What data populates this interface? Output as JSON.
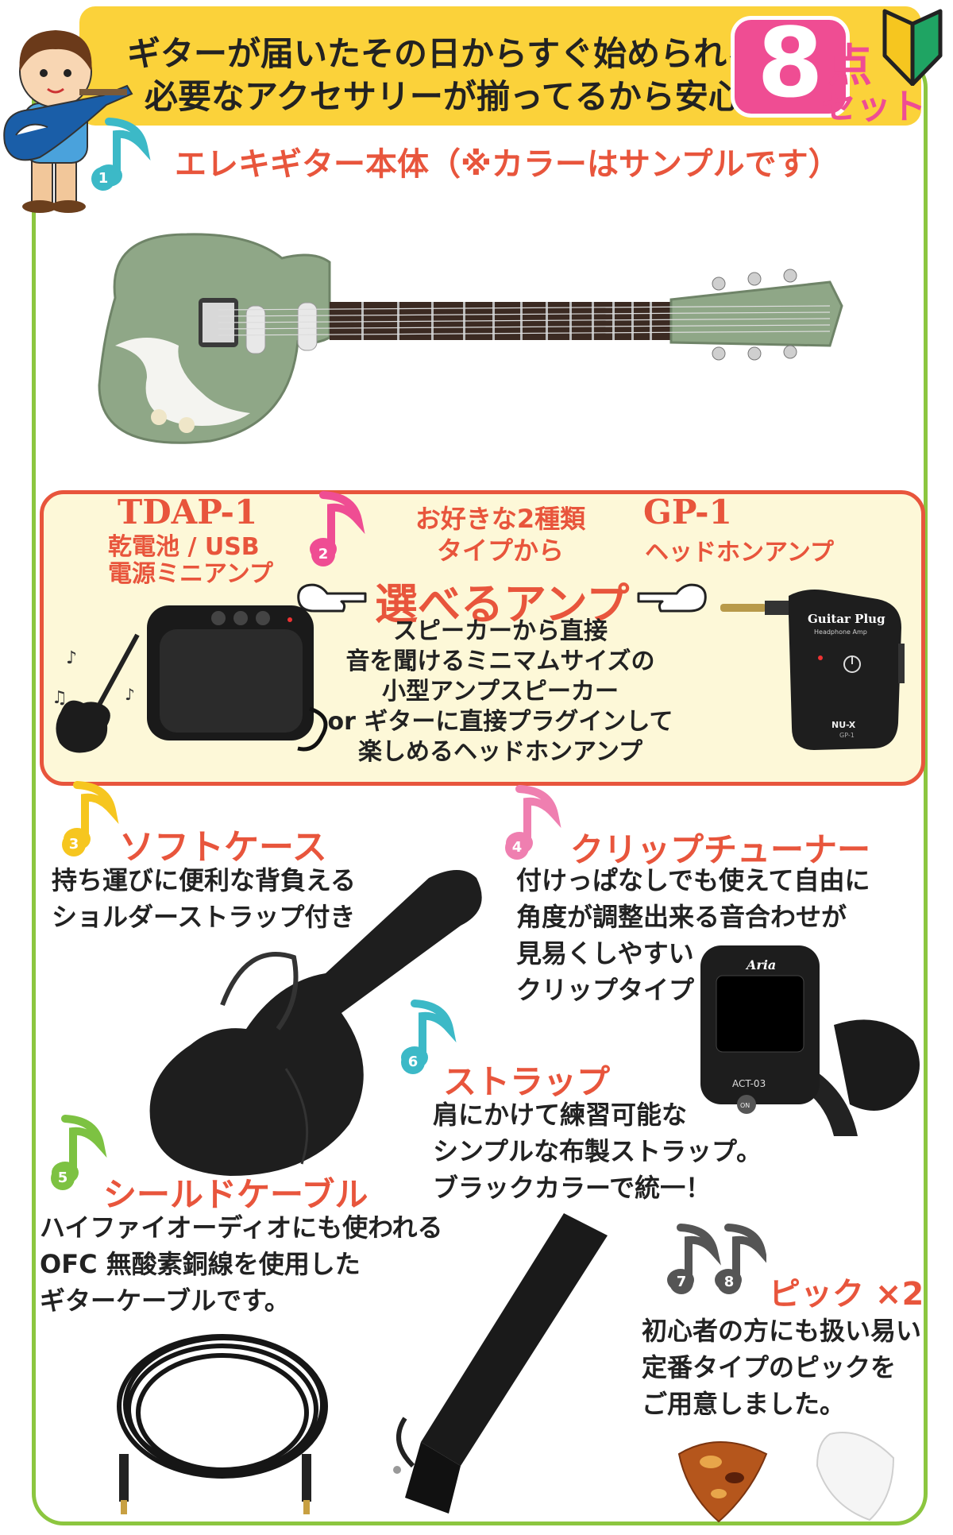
{
  "banner": {
    "line1": "ギターが届いたその日からすぐ始められる",
    "line2": "必要なアクセサリーが揃ってるから安心の",
    "count": "8",
    "unit_top": "点",
    "unit_bottom": "セット"
  },
  "items": [
    {
      "number": "1",
      "title": "エレキギター本体（※カラーはサンプルです）",
      "color": "#3cb9c7"
    },
    {
      "number": "3",
      "title": "ソフトケース",
      "desc": [
        "持ち運びに便利な背負える",
        "ショルダーストラップ付き"
      ],
      "color": "#f6c61f"
    },
    {
      "number": "4",
      "title": "クリップチューナー",
      "desc": [
        "付けっぱなしでも使えて自由に",
        "角度が調整出来る音合わせが",
        "見易くしやすい",
        "クリップタイプ"
      ],
      "color": "#ef7fb0"
    },
    {
      "number": "6",
      "title": "ストラップ",
      "desc": [
        "肩にかけて練習可能な",
        "シンプルな布製ストラップ。",
        "ブラックカラーで統一！"
      ],
      "color": "#3cb9c7"
    },
    {
      "number": "5",
      "title": "シールドケーブル",
      "desc": [
        "ハイファイオーディオにも使われる",
        "OFC 無酸素銅線を使用した",
        "ギターケーブルです。"
      ],
      "color": "#7dc242"
    },
    {
      "numbers": [
        "7",
        "8"
      ],
      "title": "ピック ×2",
      "desc": [
        "初心者の方にも扱い易い",
        "定番タイプのピックを",
        "ご用意しました。"
      ],
      "color": "#555555"
    }
  ],
  "amp": {
    "number": "2",
    "left_model": "TDAP-1",
    "left_sub1": "乾電池 / USB",
    "left_sub2": "電源ミニアンプ",
    "center_top1": "お好きな2種類",
    "center_top2": "タイプから",
    "headline": "選べるアンプ",
    "right_model": "GP-1",
    "right_sub": "ヘッドホンアンプ",
    "desc": [
      "スピーカーから直接",
      "音を聞けるミニマムサイズの",
      "小型アンプスピーカー",
      "or ギターに直接プラグインして",
      "楽しめるヘッドホンアンプ"
    ],
    "plug_brand": "Guitar Plug",
    "plug_sub": "Headphone Amp",
    "plug_logo": "NU-X",
    "plug_model": "GP-1"
  },
  "tuner": {
    "brand": "Aria",
    "model": "ACT-03",
    "button": "ON"
  },
  "colors": {
    "frame": "#8cc63f",
    "banner": "#fbd23a",
    "accent": "#ef4d93",
    "title": "#e8553c",
    "guitar": "#8fa787"
  },
  "icons": [
    "music-note-icon",
    "pointing-hand-icon",
    "beginner-mark-icon"
  ]
}
